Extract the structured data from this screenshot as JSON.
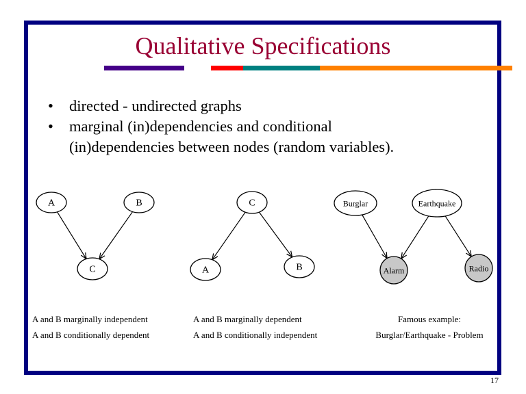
{
  "slide": {
    "title": "Qualitative Specifications",
    "page_number": "17",
    "colors": {
      "frame": "#000080",
      "title": "#990033",
      "bar_purple": "#440088",
      "bar_red": "#ff0000",
      "bar_teal": "#008080",
      "bar_orange": "#ff8000",
      "observed_node_fill": "#c8c8c8"
    },
    "bullets": [
      {
        "text": "directed - undirected graphs"
      },
      {
        "text": "marginal (in)dependencies and conditional",
        "continuation": "(in)dependencies between nodes (random variables)."
      }
    ],
    "bullet_glyph": "•"
  },
  "graphs": [
    {
      "name": "collider",
      "nodes": [
        {
          "id": "A",
          "label": "A",
          "observed": false
        },
        {
          "id": "B",
          "label": "B",
          "observed": false
        },
        {
          "id": "C",
          "label": "C",
          "observed": false
        }
      ],
      "edges": [
        [
          "A",
          "C"
        ],
        [
          "B",
          "C"
        ]
      ],
      "caption": [
        "A and B marginally independent",
        "A and B conditionally dependent"
      ]
    },
    {
      "name": "common-cause",
      "nodes": [
        {
          "id": "C",
          "label": "C",
          "observed": false
        },
        {
          "id": "A",
          "label": "A",
          "observed": false
        },
        {
          "id": "B",
          "label": "B",
          "observed": false
        }
      ],
      "edges": [
        [
          "C",
          "A"
        ],
        [
          "C",
          "B"
        ]
      ],
      "caption": [
        "A and B marginally dependent",
        "A and B conditionally independent"
      ]
    },
    {
      "name": "burglar-earthquake",
      "nodes": [
        {
          "id": "Burglar",
          "label": "Burglar",
          "observed": false
        },
        {
          "id": "Earthquake",
          "label": "Earthquake",
          "observed": false
        },
        {
          "id": "Alarm",
          "label": "Alarm",
          "observed": true
        },
        {
          "id": "Radio",
          "label": "Radio",
          "observed": true
        }
      ],
      "edges": [
        [
          "Burglar",
          "Alarm"
        ],
        [
          "Earthquake",
          "Alarm"
        ],
        [
          "Earthquake",
          "Radio"
        ]
      ],
      "caption": [
        "Famous example:",
        "Burglar/Earthquake - Problem"
      ]
    }
  ]
}
